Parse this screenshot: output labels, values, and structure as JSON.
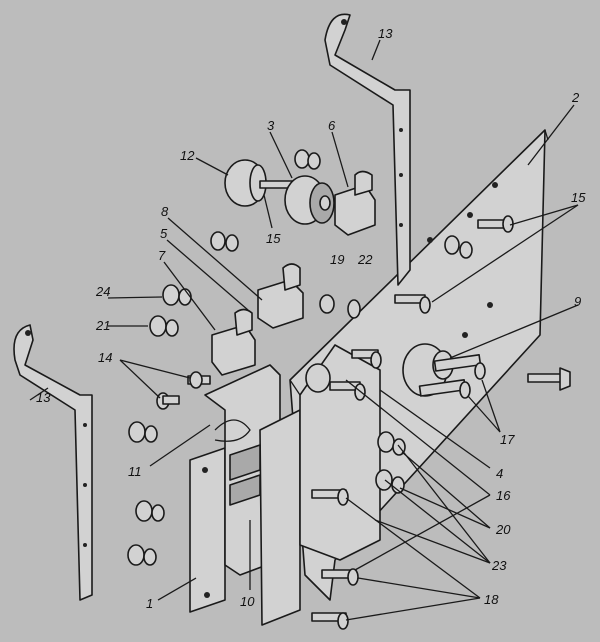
{
  "figure": {
    "callouts": [
      {
        "id": "c13a",
        "text": "13"
      },
      {
        "id": "c2",
        "text": "2"
      },
      {
        "id": "c3",
        "text": "3"
      },
      {
        "id": "c6",
        "text": "6"
      },
      {
        "id": "c12",
        "text": "12"
      },
      {
        "id": "c15a",
        "text": "15"
      },
      {
        "id": "c15b",
        "text": "15"
      },
      {
        "id": "c8",
        "text": "8"
      },
      {
        "id": "c5",
        "text": "5"
      },
      {
        "id": "c7",
        "text": "7"
      },
      {
        "id": "c19",
        "text": "19"
      },
      {
        "id": "c22",
        "text": "22"
      },
      {
        "id": "c24",
        "text": "24"
      },
      {
        "id": "c21",
        "text": "21"
      },
      {
        "id": "c9",
        "text": "9"
      },
      {
        "id": "c14",
        "text": "14"
      },
      {
        "id": "c13b",
        "text": "13"
      },
      {
        "id": "c11",
        "text": "11"
      },
      {
        "id": "c17",
        "text": "17"
      },
      {
        "id": "c4",
        "text": "4"
      },
      {
        "id": "c16",
        "text": "16"
      },
      {
        "id": "c20",
        "text": "20"
      },
      {
        "id": "c23",
        "text": "23"
      },
      {
        "id": "c18",
        "text": "18"
      },
      {
        "id": "c1",
        "text": "1"
      },
      {
        "id": "c10",
        "text": "10"
      }
    ]
  }
}
